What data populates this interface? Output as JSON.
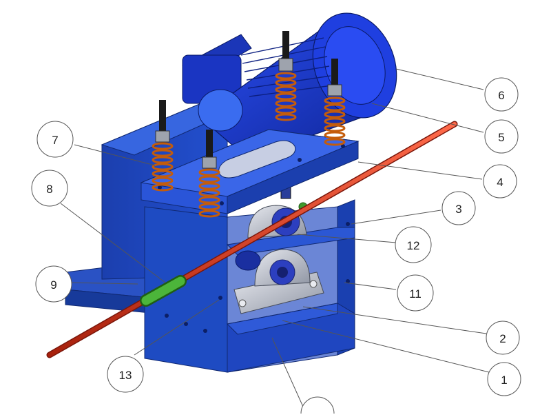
{
  "diagram": {
    "callouts": [
      {
        "id": "c1",
        "label": "1"
      },
      {
        "id": "c2",
        "label": "2"
      },
      {
        "id": "c3",
        "label": "3"
      },
      {
        "id": "c4",
        "label": "4"
      },
      {
        "id": "c5",
        "label": "5"
      },
      {
        "id": "c6",
        "label": "6"
      },
      {
        "id": "c7",
        "label": "7"
      },
      {
        "id": "c8",
        "label": "8"
      },
      {
        "id": "c9",
        "label": "9"
      },
      {
        "id": "c11",
        "label": "11"
      },
      {
        "id": "c12",
        "label": "12"
      },
      {
        "id": "c13",
        "label": "13"
      }
    ]
  },
  "colors": {
    "frame_blue": "#1f4fc8",
    "frame_dark": "#13307e",
    "motor_blue": "#1a3ad6",
    "spring_orange": "#e07a1f",
    "rod_red": "#d63a1e",
    "sleeve_green": "#3f9a2c",
    "bearing_gray": "#b8bcc6",
    "callout_line": "#555555"
  },
  "icons": [
    "spring-icon",
    "motor-icon",
    "pillow-block-bearing-icon"
  ]
}
